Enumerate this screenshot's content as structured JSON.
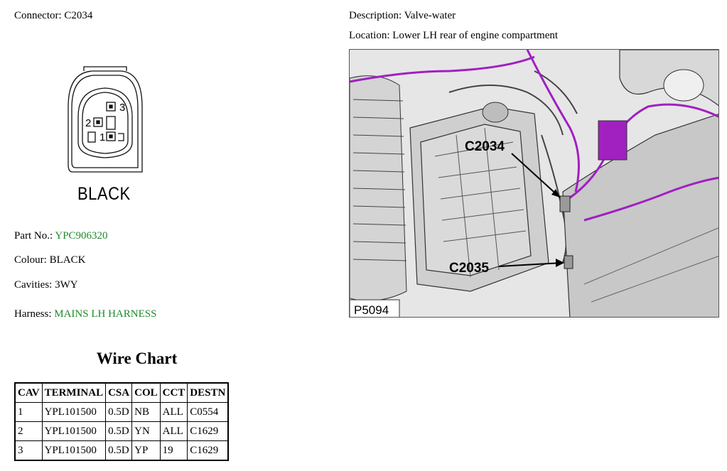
{
  "connector": {
    "label": "Connector:",
    "value": "C2034"
  },
  "description": {
    "label": "Description:",
    "value": "Valve-water"
  },
  "location": {
    "label": "Location:",
    "value": "Lower LH rear of engine compartment"
  },
  "connector_face": {
    "colour_text": "BLACK",
    "pin_numbers": [
      "1",
      "2",
      "3"
    ]
  },
  "part_no": {
    "label": "Part No.:",
    "value": "YPC906320"
  },
  "colour": {
    "label": "Colour:",
    "value": "BLACK"
  },
  "cavities": {
    "label": "Cavities:",
    "value": "3WY"
  },
  "harness": {
    "label": "Harness:",
    "value": "MAINS LH HARNESS"
  },
  "wire_chart": {
    "title": "Wire Chart",
    "headers": [
      "CAV",
      "TERMINAL",
      "CSA",
      "COL",
      "CCT",
      "DESTN"
    ],
    "rows": [
      [
        "1",
        "YPL101500",
        "0.5D",
        "NB",
        "ALL",
        "C0554"
      ],
      [
        "2",
        "YPL101500",
        "0.5D",
        "YN",
        "ALL",
        "C1629"
      ],
      [
        "3",
        "YPL101500",
        "0.5D",
        "YP",
        "19",
        "C1629"
      ]
    ]
  },
  "photo": {
    "callout_1": "C2034",
    "callout_2": "C2035",
    "figure_ref": "P5094",
    "harness_color": "#a020c0"
  }
}
